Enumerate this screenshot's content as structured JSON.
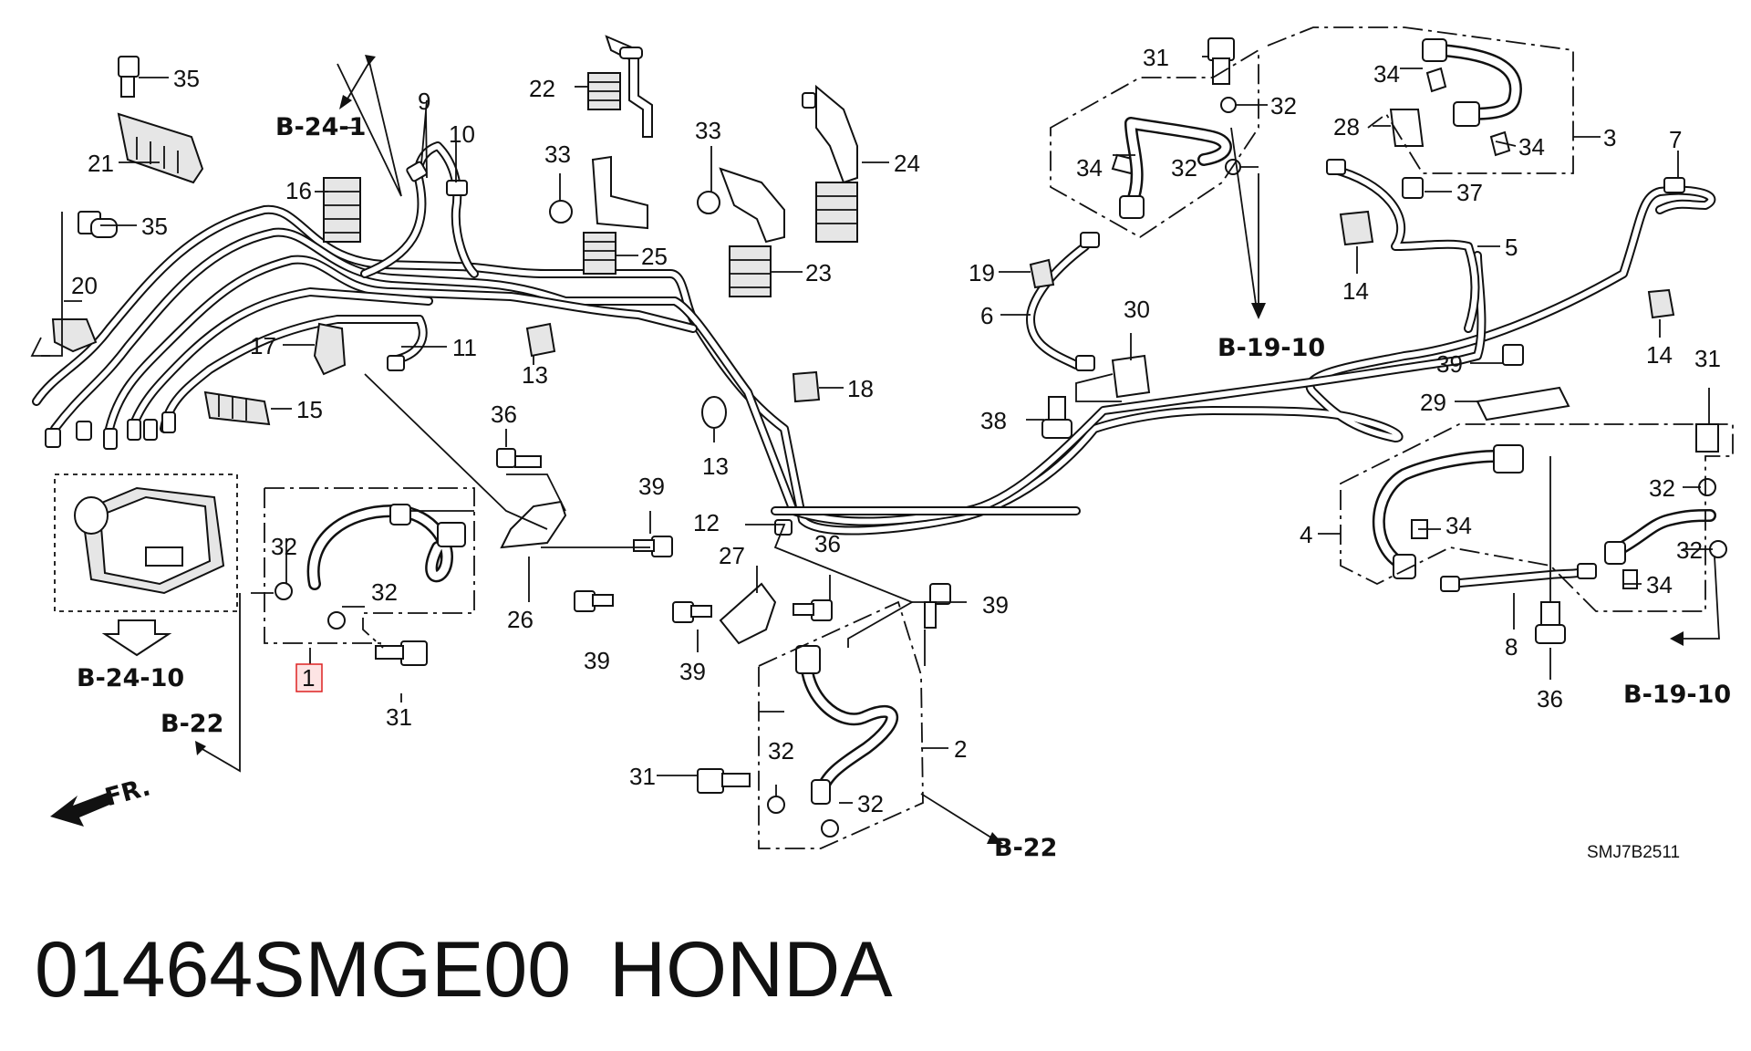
{
  "diagram": {
    "callouts": [
      {
        "id": "c35a",
        "text": "35"
      },
      {
        "id": "c21",
        "text": "21"
      },
      {
        "id": "c35b",
        "text": "35"
      },
      {
        "id": "c20",
        "text": "20"
      },
      {
        "id": "c9",
        "text": "9"
      },
      {
        "id": "c10",
        "text": "10"
      },
      {
        "id": "c16",
        "text": "16"
      },
      {
        "id": "c22",
        "text": "22"
      },
      {
        "id": "c33a",
        "text": "33"
      },
      {
        "id": "c25",
        "text": "25"
      },
      {
        "id": "c33b",
        "text": "33"
      },
      {
        "id": "c24",
        "text": "24"
      },
      {
        "id": "c23",
        "text": "23"
      },
      {
        "id": "c17",
        "text": "17"
      },
      {
        "id": "c11",
        "text": "11"
      },
      {
        "id": "c13a",
        "text": "13"
      },
      {
        "id": "c15",
        "text": "15"
      },
      {
        "id": "c18",
        "text": "18"
      },
      {
        "id": "c13b",
        "text": "13"
      },
      {
        "id": "c36a",
        "text": "36"
      },
      {
        "id": "c39a",
        "text": "39"
      },
      {
        "id": "c12",
        "text": "12"
      },
      {
        "id": "c32a",
        "text": "32"
      },
      {
        "id": "c32b",
        "text": "32"
      },
      {
        "id": "c1",
        "text": "1"
      },
      {
        "id": "c31a",
        "text": "31"
      },
      {
        "id": "c26",
        "text": "26"
      },
      {
        "id": "c39b",
        "text": "39"
      },
      {
        "id": "c27",
        "text": "27"
      },
      {
        "id": "c36b",
        "text": "36"
      },
      {
        "id": "c39c",
        "text": "39"
      },
      {
        "id": "c39d",
        "text": "39"
      },
      {
        "id": "c2",
        "text": "2"
      },
      {
        "id": "c32c",
        "text": "32"
      },
      {
        "id": "c32d",
        "text": "32"
      },
      {
        "id": "c31b",
        "text": "31"
      },
      {
        "id": "c31c",
        "text": "31"
      },
      {
        "id": "c32e",
        "text": "32"
      },
      {
        "id": "c34a",
        "text": "34"
      },
      {
        "id": "c32f",
        "text": "32"
      },
      {
        "id": "c19",
        "text": "19"
      },
      {
        "id": "c6",
        "text": "6"
      },
      {
        "id": "c30",
        "text": "30"
      },
      {
        "id": "c38",
        "text": "38"
      },
      {
        "id": "c34b",
        "text": "34"
      },
      {
        "id": "c28",
        "text": "28"
      },
      {
        "id": "c3",
        "text": "3"
      },
      {
        "id": "c34c",
        "text": "34"
      },
      {
        "id": "c37",
        "text": "37"
      },
      {
        "id": "c7",
        "text": "7"
      },
      {
        "id": "c5",
        "text": "5"
      },
      {
        "id": "c14a",
        "text": "14"
      },
      {
        "id": "c14b",
        "text": "14"
      },
      {
        "id": "c39e",
        "text": "39"
      },
      {
        "id": "c29",
        "text": "29"
      },
      {
        "id": "c31d",
        "text": "31"
      },
      {
        "id": "c32g",
        "text": "32"
      },
      {
        "id": "c4",
        "text": "4"
      },
      {
        "id": "c34d",
        "text": "34"
      },
      {
        "id": "c32h",
        "text": "32"
      },
      {
        "id": "c34e",
        "text": "34"
      },
      {
        "id": "c8",
        "text": "8"
      },
      {
        "id": "c36c",
        "text": "36"
      }
    ],
    "references": [
      {
        "id": "r1",
        "text": "B-24-1"
      },
      {
        "id": "r2",
        "text": "B-24-10"
      },
      {
        "id": "r3",
        "text": "B-22"
      },
      {
        "id": "r4",
        "text": "B-22"
      },
      {
        "id": "r5",
        "text": "B-19-10"
      },
      {
        "id": "r6",
        "text": "B-19-10"
      }
    ],
    "front_label": "FR.",
    "diagram_code": "SMJ7B2511",
    "part_number": "01464SMGE00",
    "brand": "HONDA"
  }
}
